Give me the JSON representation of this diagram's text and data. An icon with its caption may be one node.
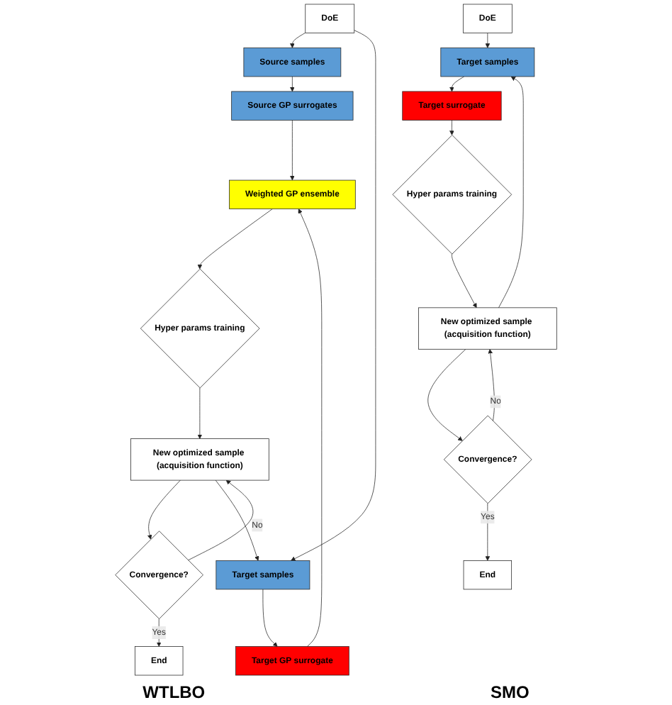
{
  "diagram": {
    "nodes": [
      {
        "text": [
          "DoE"
        ]
      },
      {
        "text": [
          "Source samples"
        ]
      },
      {
        "text": [
          "Target samples"
        ]
      },
      {
        "text": [
          "Source GP surrogates"
        ]
      },
      {
        "text": [
          "Target GP surrogate"
        ]
      },
      {
        "text": [
          "Weighted GP ensemble"
        ]
      },
      {
        "text": [
          "Hyper params training"
        ]
      },
      {
        "text": [
          "New optimized sample (acquisition function)"
        ]
      },
      {
        "text": [
          "Convergence?"
        ]
      },
      {
        "text": [
          "End"
        ]
      },
      {
        "text": [
          "DoE"
        ]
      },
      {
        "text": [
          "Target samples"
        ]
      },
      {
        "text": [
          "Target surrogate"
        ]
      },
      {
        "text": [
          "Hyper params training"
        ]
      },
      {
        "text": [
          "New optimized sample (acquisition function)"
        ]
      },
      {
        "text": [
          "Convergence?"
        ]
      },
      {
        "text": [
          "End"
        ]
      }
    ],
    "edges": [
      {
        "from": 0,
        "to": 1,
        "arrow": "to"
      },
      {
        "from": 0,
        "to": 2,
        "arrow": "to"
      },
      {
        "from": 1,
        "to": 3,
        "arrow": "to"
      },
      {
        "from": 2,
        "to": 4,
        "arrow": "to"
      },
      {
        "from": 3,
        "to": 5,
        "arrow": "to"
      },
      {
        "from": 4,
        "to": 5,
        "arrow": "to"
      },
      {
        "from": 5,
        "to": 6,
        "arrow": "to"
      },
      {
        "from": 6,
        "to": 7,
        "arrow": "to"
      },
      {
        "from": 7,
        "to": 8,
        "arrow": "to"
      },
      {
        "from": 8,
        "to": 7,
        "arrow": "to",
        "label": "No"
      },
      {
        "from": 8,
        "to": 9,
        "arrow": "to",
        "label": "Yes"
      },
      {
        "from": 7,
        "to": 2,
        "arrow": "to"
      },
      {
        "from": 10,
        "to": 11,
        "arrow": "to"
      },
      {
        "from": 11,
        "to": 12,
        "arrow": "to"
      },
      {
        "from": 12,
        "to": 13,
        "arrow": "to"
      },
      {
        "from": 13,
        "to": 14,
        "arrow": "to"
      },
      {
        "from": 14,
        "to": 11,
        "arrow": "to"
      },
      {
        "from": 14,
        "to": 15,
        "arrow": "to"
      },
      {
        "from": 15,
        "to": 14,
        "arrow": "to",
        "label": "No"
      },
      {
        "from": 15,
        "to": 16,
        "arrow": "to",
        "label": "Yes"
      }
    ],
    "labels": [
      "WTLBO",
      "SMO"
    ]
  }
}
